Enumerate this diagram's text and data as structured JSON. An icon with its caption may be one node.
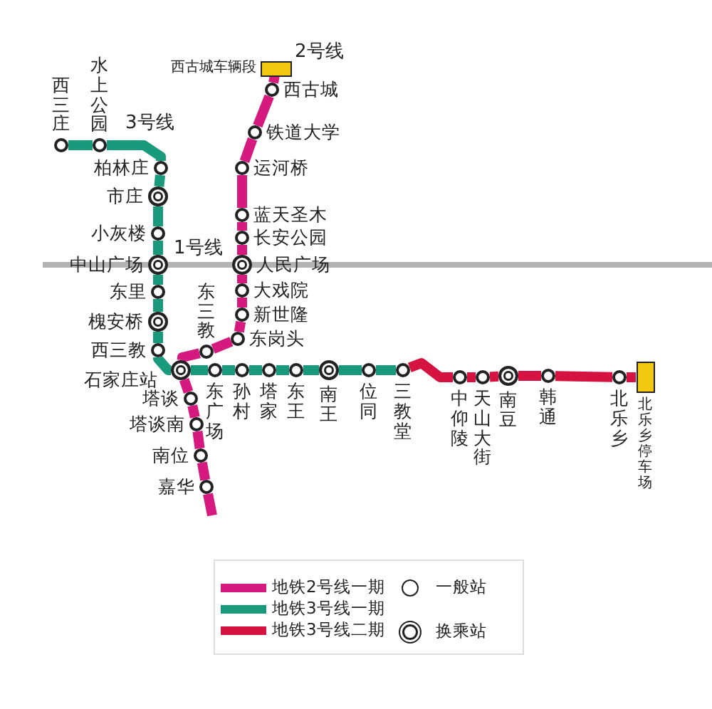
{
  "diagram": {
    "nodes": [
      {
        "text": [],
        "shape": "circle",
        "beside": [
          "西三庄"
        ]
      },
      {
        "text": [],
        "shape": "circle",
        "beside": [
          "水上公园"
        ]
      },
      {
        "text": [],
        "shape": "circle",
        "beside": [
          "柏林庄"
        ]
      },
      {
        "text": [],
        "shape": "doublecircle",
        "beside": [
          "市庄"
        ]
      },
      {
        "text": [],
        "shape": "circle",
        "beside": [
          "小灰楼"
        ]
      },
      {
        "text": [],
        "shape": "doublecircle",
        "beside": [
          "中山广场"
        ]
      },
      {
        "text": [],
        "shape": "circle",
        "beside": [
          "东里"
        ]
      },
      {
        "text": [],
        "shape": "doublecircle",
        "beside": [
          "槐安桥"
        ]
      },
      {
        "text": [],
        "shape": "circle",
        "beside": [
          "西三教"
        ]
      },
      {
        "text": [],
        "shape": "doublecircle",
        "beside": [
          "石家庄站"
        ]
      },
      {
        "text": [],
        "shape": "circle",
        "beside": [
          "东广场"
        ]
      },
      {
        "text": [],
        "shape": "circle",
        "beside": [
          "孙村"
        ]
      },
      {
        "text": [],
        "shape": "circle",
        "beside": [
          "塔家"
        ]
      },
      {
        "text": [],
        "shape": "circle",
        "beside": [
          "东王"
        ]
      },
      {
        "text": [],
        "shape": "doublecircle",
        "beside": [
          "南王"
        ]
      },
      {
        "text": [],
        "shape": "circle",
        "beside": [
          "位同"
        ]
      },
      {
        "text": [],
        "shape": "circle",
        "beside": [
          "三教堂"
        ]
      },
      {
        "text": [],
        "shape": "circle",
        "beside": [
          "中仰陵"
        ]
      },
      {
        "text": [],
        "shape": "circle",
        "beside": [
          "天山大街"
        ]
      },
      {
        "text": [],
        "shape": "doublecircle",
        "beside": [
          "南豆"
        ]
      },
      {
        "text": [],
        "shape": "circle",
        "beside": [
          "韩通"
        ]
      },
      {
        "text": [],
        "shape": "circle",
        "beside": [
          "北乐乡"
        ]
      },
      {
        "text": [],
        "shape": "box",
        "beside": [
          "北乐乡停车场"
        ]
      },
      {
        "text": [],
        "shape": "box",
        "beside": [
          "西古城车辆段"
        ]
      },
      {
        "text": [],
        "shape": "circle",
        "beside": [
          "西古城"
        ]
      },
      {
        "text": [],
        "shape": "circle",
        "beside": [
          "铁道大学"
        ]
      },
      {
        "text": [],
        "shape": "circle",
        "beside": [
          "运河桥"
        ]
      },
      {
        "text": [],
        "shape": "circle",
        "beside": [
          "蓝天圣木"
        ]
      },
      {
        "text": [],
        "shape": "circle",
        "beside": [
          "长安公园"
        ]
      },
      {
        "text": [],
        "shape": "doublecircle",
        "beside": [
          "人民广场"
        ]
      },
      {
        "text": [],
        "shape": "circle",
        "beside": [
          "大戏院"
        ]
      },
      {
        "text": [],
        "shape": "circle",
        "beside": [
          "新世隆"
        ]
      },
      {
        "text": [],
        "shape": "circle",
        "beside": [
          "东岗头"
        ]
      },
      {
        "text": [],
        "shape": "circle",
        "beside": [
          "东三教"
        ]
      },
      {
        "text": [],
        "shape": "circle",
        "beside": [
          "塔谈"
        ]
      },
      {
        "text": [],
        "shape": "circle",
        "beside": [
          "塔谈南"
        ]
      },
      {
        "text": [],
        "shape": "circle",
        "beside": [
          "南位"
        ]
      },
      {
        "text": [],
        "shape": "circle",
        "beside": [
          "嘉华"
        ]
      }
    ],
    "edges": [
      {
        "from": 0,
        "to": 1,
        "arrow": "none",
        "color": "#1a9a7c"
      },
      {
        "from": 1,
        "to": 2,
        "arrow": "none",
        "color": "#1a9a7c"
      },
      {
        "from": 2,
        "to": 3,
        "arrow": "none",
        "color": "#1a9a7c"
      },
      {
        "from": 3,
        "to": 4,
        "arrow": "none",
        "color": "#1a9a7c"
      },
      {
        "from": 4,
        "to": 5,
        "arrow": "none",
        "color": "#1a9a7c"
      },
      {
        "from": 5,
        "to": 6,
        "arrow": "none",
        "color": "#1a9a7c"
      },
      {
        "from": 6,
        "to": 7,
        "arrow": "none",
        "color": "#1a9a7c"
      },
      {
        "from": 7,
        "to": 8,
        "arrow": "none",
        "color": "#1a9a7c"
      },
      {
        "from": 8,
        "to": 9,
        "arrow": "none",
        "color": "#1a9a7c"
      },
      {
        "from": 9,
        "to": 10,
        "arrow": "none",
        "color": "#1a9a7c"
      },
      {
        "from": 10,
        "to": 11,
        "arrow": "none",
        "color": "#1a9a7c"
      },
      {
        "from": 11,
        "to": 12,
        "arrow": "none",
        "color": "#1a9a7c"
      },
      {
        "from": 12,
        "to": 13,
        "arrow": "none",
        "color": "#1a9a7c"
      },
      {
        "from": 13,
        "to": 14,
        "arrow": "none",
        "color": "#1a9a7c"
      },
      {
        "from": 14,
        "to": 15,
        "arrow": "none",
        "color": "#1a9a7c"
      },
      {
        "from": 15,
        "to": 16,
        "arrow": "none",
        "color": "#1a9a7c"
      },
      {
        "from": 16,
        "to": 17,
        "arrow": "none",
        "color": "#d51341"
      },
      {
        "from": 17,
        "to": 18,
        "arrow": "none",
        "color": "#d51341"
      },
      {
        "from": 18,
        "to": 19,
        "arrow": "none",
        "color": "#d51341"
      },
      {
        "from": 19,
        "to": 20,
        "arrow": "none",
        "color": "#d51341"
      },
      {
        "from": 20,
        "to": 21,
        "arrow": "none",
        "color": "#d51341"
      },
      {
        "from": 21,
        "to": 22,
        "arrow": "none",
        "color": "#d51341"
      },
      {
        "from": 23,
        "to": 24,
        "arrow": "none",
        "color": "#d6197f"
      },
      {
        "from": 24,
        "to": 25,
        "arrow": "none",
        "color": "#d6197f"
      },
      {
        "from": 25,
        "to": 26,
        "arrow": "none",
        "color": "#d6197f"
      },
      {
        "from": 26,
        "to": 27,
        "arrow": "none",
        "color": "#d6197f"
      },
      {
        "from": 27,
        "to": 28,
        "arrow": "none",
        "color": "#d6197f"
      },
      {
        "from": 28,
        "to": 29,
        "arrow": "none",
        "color": "#d6197f"
      },
      {
        "from": 29,
        "to": 30,
        "arrow": "none",
        "color": "#d6197f"
      },
      {
        "from": 30,
        "to": 31,
        "arrow": "none",
        "color": "#d6197f"
      },
      {
        "from": 31,
        "to": 32,
        "arrow": "none",
        "color": "#d6197f"
      },
      {
        "from": 32,
        "to": 33,
        "arrow": "none",
        "color": "#d6197f"
      },
      {
        "from": 33,
        "to": 9,
        "arrow": "none",
        "color": "#d6197f"
      },
      {
        "from": 9,
        "to": 34,
        "arrow": "none",
        "color": "#d6197f"
      },
      {
        "from": 34,
        "to": 35,
        "arrow": "none",
        "color": "#d6197f"
      },
      {
        "from": 35,
        "to": 36,
        "arrow": "none",
        "color": "#d6197f"
      },
      {
        "from": 36,
        "to": 37,
        "arrow": "none",
        "color": "#d6197f"
      },
      {
        "from": 37,
        "to": null,
        "arrow": "none",
        "color": "#d6197f"
      },
      {
        "from": null,
        "to": 5,
        "arrow": "none",
        "color": "#b3b3b3"
      },
      {
        "from": 5,
        "to": 29,
        "arrow": "none",
        "color": "#b3b3b3"
      },
      {
        "from": 29,
        "to": null,
        "arrow": "none",
        "color": "#b3b3b3"
      }
    ],
    "labels": [
      "2号线",
      "3号线",
      "1号线"
    ],
    "legend": [
      {
        "text": "地铁2号线一期",
        "color": "#d6197f"
      },
      {
        "text": "地铁3号线一期",
        "color": "#1a9a7c"
      },
      {
        "text": "地铁3号线二期",
        "color": "#d51341"
      },
      {
        "text": "一般站"
      },
      {
        "text": "换乘站"
      }
    ]
  }
}
